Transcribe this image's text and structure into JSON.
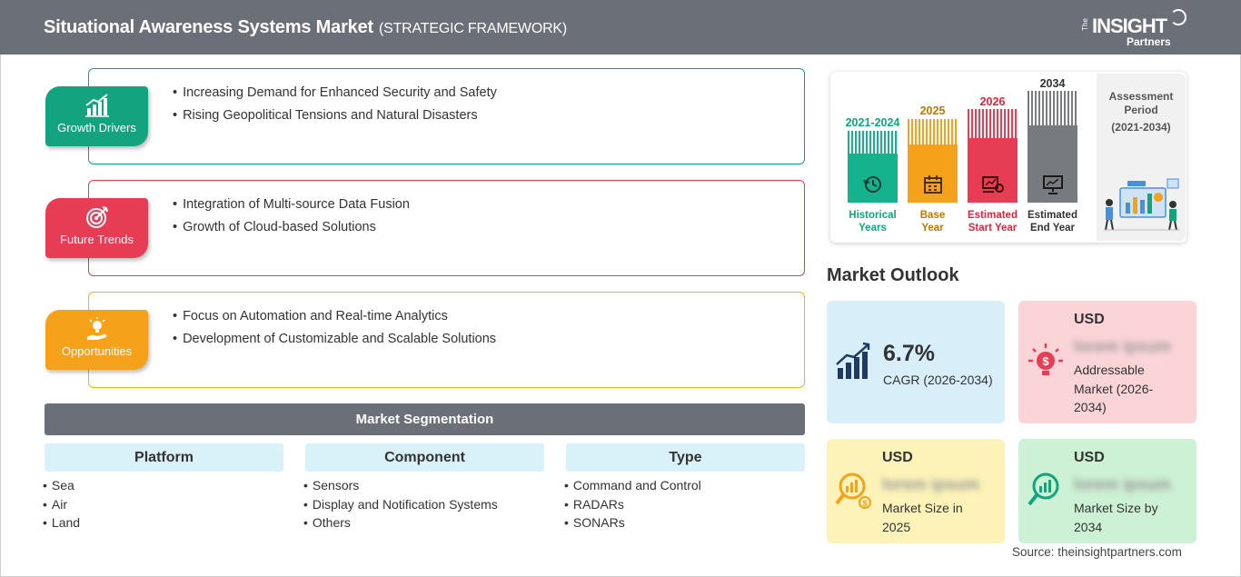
{
  "header": {
    "title": "Situational Awareness Systems Market",
    "subtitle": "(STRATEGIC FRAMEWORK)",
    "logo": {
      "the": "The",
      "main": "INSIGHT",
      "partners": "Partners"
    }
  },
  "framework": [
    {
      "label": "Growth Drivers",
      "icon": "chart-growth-icon",
      "color": "#14a37f",
      "items": [
        "Increasing Demand for Enhanced Security and Safety",
        "Rising Geopolitical Tensions and Natural Disasters"
      ]
    },
    {
      "label": "Future Trends",
      "icon": "target-icon",
      "color": "#e73d54",
      "items": [
        "Integration of Multi-source Data Fusion",
        "Growth of Cloud-based Solutions"
      ]
    },
    {
      "label": "Opportunities",
      "icon": "bulb-hand-icon",
      "color": "#f5a11a",
      "items": [
        "Focus on Automation and Real-time Analytics",
        "Development of Customizable and Scalable Solutions"
      ]
    }
  ],
  "segmentation": {
    "title": "Market Segmentation",
    "columns": [
      {
        "head": "Platform",
        "items": [
          "Sea",
          "Air",
          "Land"
        ]
      },
      {
        "head": "Component",
        "items": [
          "Sensors",
          "Display and Notification Systems",
          "Others"
        ]
      },
      {
        "head": "Type",
        "items": [
          "Command and Control",
          "RADARs",
          "SONARs"
        ]
      }
    ]
  },
  "timeline": {
    "columns": [
      {
        "year": "2021-2024",
        "label_1": "Historical",
        "label_2": "Years",
        "color": "#14b38d",
        "icon": "history-icon"
      },
      {
        "year": "2025",
        "label_1": "Base",
        "label_2": "Year",
        "color": "#f5a11a",
        "icon": "calendar-icon"
      },
      {
        "year": "2026",
        "label_1": "Estimated",
        "label_2": "Start Year",
        "color": "#e73d54",
        "icon": "forecast-icon"
      },
      {
        "year": "2034",
        "label_1": "Estimated",
        "label_2": "End Year",
        "color": "#777b80",
        "icon": "presentation-icon"
      }
    ],
    "assessment_title_1": "Assessment",
    "assessment_title_2": "Period",
    "assessment_range": "(2021-2034)"
  },
  "outlook": {
    "title": "Market Outlook",
    "cagr_value": "6.7%",
    "cagr_label": "CAGR (2026-2034)",
    "addressable": {
      "currency": "USD",
      "value": "lorem ipsum",
      "desc_1": "Addressable",
      "desc_2": "Market (2026-",
      "desc_3": "2034)"
    },
    "size_2025": {
      "currency": "USD",
      "value": "lorem ipsum",
      "desc_1": "Market Size in",
      "desc_2": "2025"
    },
    "size_2034": {
      "currency": "USD",
      "value": "lorem ipsum",
      "desc_1": "Market Size by",
      "desc_2": "2034"
    }
  },
  "source": "Source: theinsightpartners.com"
}
